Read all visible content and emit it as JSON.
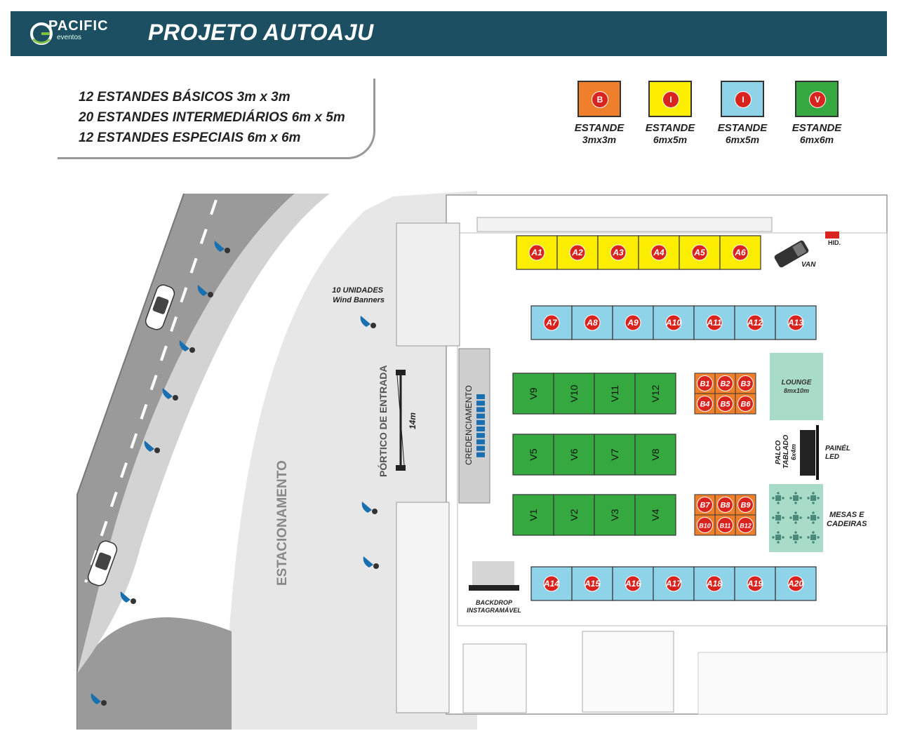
{
  "header": {
    "brand": "PACIFIC",
    "brand_sub": "eventos",
    "title": "PROJETO AUTOAJU"
  },
  "summary": [
    "12 ESTANDES BÁSICOS 3m x 3m",
    "20 ESTANDES INTERMEDIÁRIOS 6m x 5m",
    "12 ESTANDES ESPECIAIS 6m x 6m"
  ],
  "legend": [
    {
      "letter": "B",
      "line1": "ESTANDE",
      "line2": "3mx3m",
      "color": "#f07f2b"
    },
    {
      "letter": "I",
      "line1": "ESTANDE",
      "line2": "6mx5m",
      "color": "#fdee00"
    },
    {
      "letter": "I",
      "line1": "ESTANDE",
      "line2": "6mx5m",
      "color": "#8fd3e8"
    },
    {
      "letter": "V",
      "line1": "ESTANDE",
      "line2": "6mx6m",
      "color": "#35a93f"
    }
  ],
  "colors": {
    "header": "#1d4f63",
    "yellow": "#fdee00",
    "blue": "#8fd3e8",
    "green": "#35a93f",
    "orange": "#f07f2b",
    "marker": "#d9231e",
    "lounge": "#a8dcc8",
    "road": "#9a9a9a"
  },
  "stands": {
    "row_a_top": [
      "A1",
      "A2",
      "A3",
      "A4",
      "A5",
      "A6"
    ],
    "row_a_mid": [
      "A7",
      "A8",
      "A9",
      "A10",
      "A11",
      "A12",
      "A13"
    ],
    "row_a_bottom": [
      "A14",
      "A15",
      "A16",
      "A17",
      "A18",
      "A19",
      "A20"
    ],
    "v_row1": [
      "V9",
      "V10",
      "V11",
      "V12"
    ],
    "v_row2": [
      "V5",
      "V6",
      "V7",
      "V8"
    ],
    "v_row3": [
      "V1",
      "V2",
      "V3",
      "V4"
    ],
    "b_top": [
      "B1",
      "B2",
      "B3",
      "B4",
      "B5",
      "B6"
    ],
    "b_bottom": [
      "B7",
      "B8",
      "B9",
      "B10",
      "B11",
      "B12"
    ]
  },
  "labels": {
    "wind_banners_1": "10 UNIDADES",
    "wind_banners_2": "Wind Banners",
    "portico": "PÓRTICO DE ENTRADA",
    "portico_width": "14m",
    "credenciamento": "CREDENCIAMENTO",
    "estacionamento": "ESTACIONAMENTO",
    "lounge_1": "LOUNGE",
    "lounge_2": "8mx10m",
    "palco_1": "PALCO",
    "palco_2": "TABLADO",
    "palco_3": "6x4m",
    "painel_1": "PAINÉL",
    "painel_2": "LED",
    "mesas_1": "MESAS E",
    "mesas_2": "CADEIRAS",
    "backdrop_1": "BACKDROP",
    "backdrop_2": "INSTAGRAMÁVEL",
    "van": "VAN",
    "hid": "HID."
  }
}
